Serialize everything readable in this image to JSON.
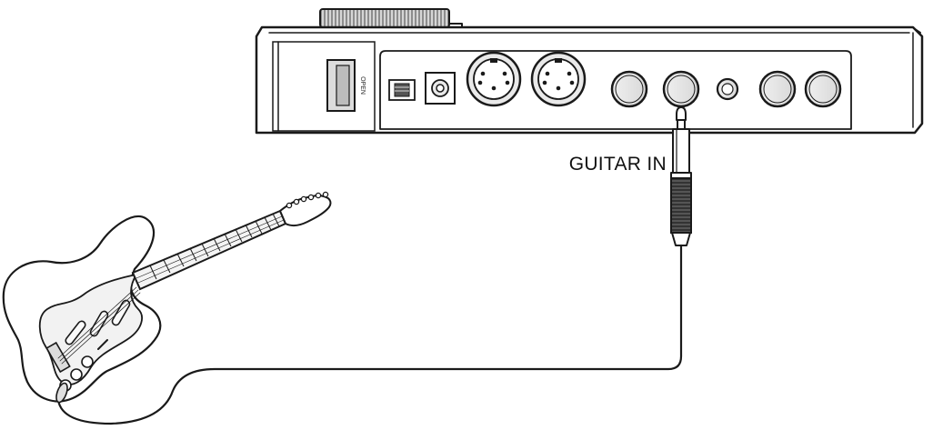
{
  "labels": {
    "guitar_in": "GUITAR IN",
    "battery_cover": "OPEN"
  },
  "icons": {
    "device": "multi-effects-unit-rear-panel",
    "instrument": "electric-guitar",
    "plug": "quarter-inch-phone-plug",
    "cable": "instrument-cable"
  },
  "colors": {
    "line": "#1a1a1a",
    "fill_light": "#e6e6e6",
    "fill_dark": "#3a3a3a",
    "background": "#ffffff"
  }
}
